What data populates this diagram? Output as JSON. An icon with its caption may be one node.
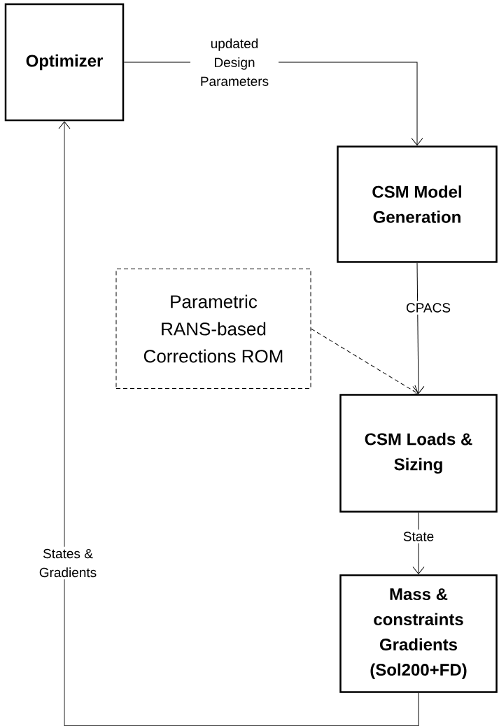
{
  "diagram": {
    "nodes": [
      {
        "text": [
          "Optimizer"
        ]
      },
      {
        "text": [
          "CSM Model Generation"
        ]
      },
      {
        "text": [
          "Parametric RANS-based Corrections ROM"
        ]
      },
      {
        "text": [
          "CSM Loads & Sizing"
        ]
      },
      {
        "text": [
          "Mass & constraints Gradients (Sol200+FD)"
        ]
      }
    ],
    "edges": [
      {
        "from": 0,
        "to": 1,
        "arrow": "to",
        "label": "updated Design Parameters"
      },
      {
        "from": 1,
        "to": 3,
        "arrow": "to",
        "label": "CPACS"
      },
      {
        "from": 2,
        "to": 3,
        "arrow": "to",
        "style": "dashed"
      },
      {
        "from": 3,
        "to": 4,
        "arrow": "to",
        "label": "State"
      },
      {
        "from": 4,
        "to": 0,
        "arrow": "to",
        "label": "States & Gradients"
      }
    ]
  }
}
